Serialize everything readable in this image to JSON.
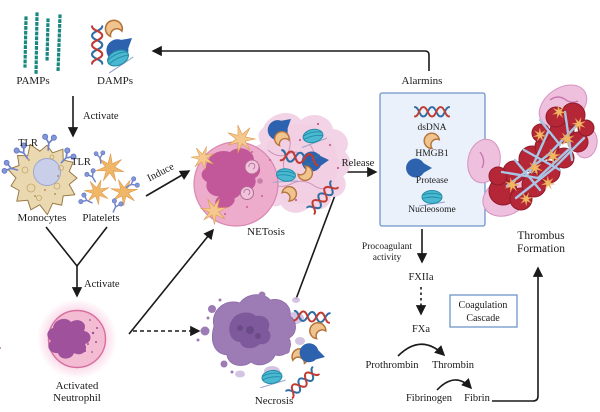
{
  "diagram": {
    "title": "NETosis and thrombus formation pathway",
    "labels": {
      "pamps": "PAMPs",
      "damps": "DAMPs",
      "activate_top": "Activate",
      "tlr_monocyte": "TLR",
      "tlr_platelet": "TLR",
      "monocytes": "Monocytes",
      "platelets": "Platelets",
      "induce": "Induce",
      "netosis": "NETosis",
      "activate_bottom": "Activate",
      "activated_neutrophil_line1": "Activated",
      "activated_neutrophil_line2": "Neutrophil",
      "necrosis": "Necrosis",
      "release": "Release",
      "alarmins": "Alarmins",
      "dsdna": "dsDNA",
      "hmgb1": "HMGB1",
      "protease": "Protease",
      "nucleosome": "Nucleosome",
      "procoagulant_line1": "Procoagulant",
      "procoagulant_line2": "activity",
      "fxiia": "FXIIa",
      "fxa": "FXa",
      "coagulation_line1": "Coagulation",
      "coagulation_line2": "Cascade",
      "prothrombin": "Prothrombin",
      "thrombin": "Thrombin",
      "fibrinogen": "Fibrinogen",
      "fibrin": "Fibrin",
      "thrombus_line1": "Thrombus",
      "thrombus_line2": "Formation"
    },
    "palette": {
      "background": "#ffffff",
      "arrow": "#1a1a1a",
      "text": "#1a1a1a",
      "pamps_teal": "#17877f",
      "dna_red": "#c23b33",
      "dna_blue": "#2e6da4",
      "hmgb1_bean": "#f0c48e",
      "hmgb1_outline": "#b5733a",
      "protease_blue": "#2d62ae",
      "nucleosome_cyan": "#49b8d0",
      "tlr_blue": "#7b8fd4",
      "monocyte_body": "#ead9b0",
      "monocyte_nucleus": "#c9cfe9",
      "platelet_orange": "#f0b768",
      "netosis_cell": "#edaccb",
      "netosis_nucleus": "#c2579a",
      "net_cloud": "#f3d4e6",
      "neutrophil_body": "#f4bcd2",
      "neutrophil_nucleus": "#a0519c",
      "necrosis_body": "#9d7cb6",
      "necrosis_inner": "#7e5a9c",
      "thrombus_red": "#b52737",
      "fibrin_blue": "#a9c6e6",
      "panel_fill": "#eaf1fb",
      "panel_border": "#6f94c9"
    },
    "icons": {
      "pamps": "beaded-chain-icon",
      "dsdna": "dna-helix-icon",
      "hmgb1": "bean-icon",
      "protease": "pacman-icon",
      "nucleosome": "striped-disc-icon",
      "tlr": "y-receptor-icon",
      "platelet": "star-cell-icon"
    }
  }
}
